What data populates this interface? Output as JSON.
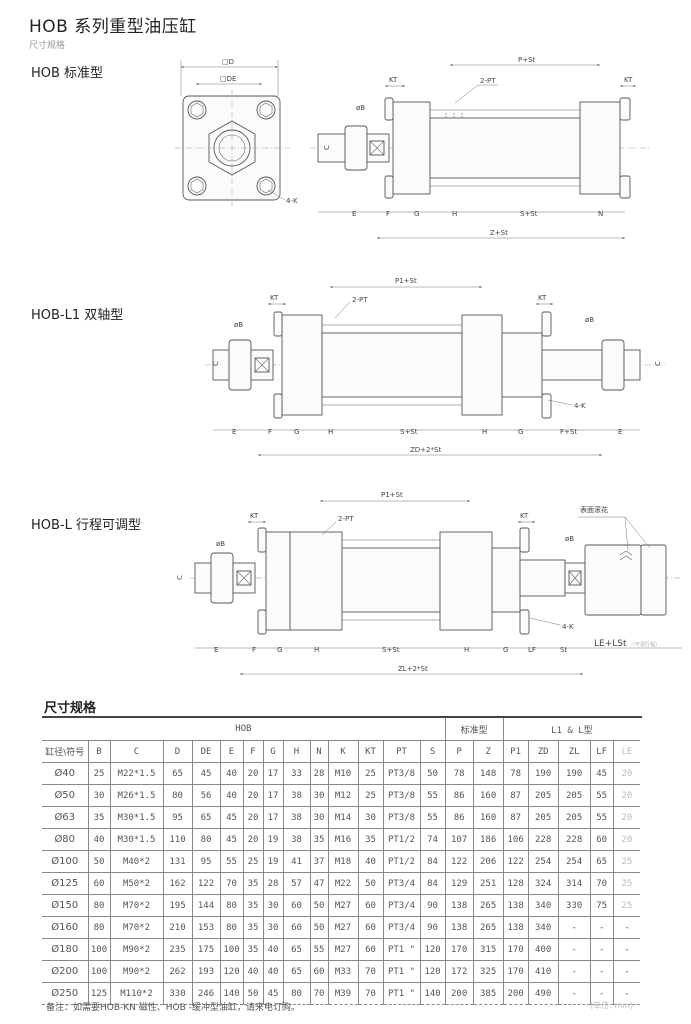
{
  "header": {
    "title": "HOB 系列重型油压缸",
    "subtitle": "尺寸规格"
  },
  "sections": {
    "standard": "HOB  标准型",
    "l1": "HOB-L1  双轴型",
    "l": "HOB-L  行程可调型"
  },
  "drawing1": {
    "D": "□D",
    "DE": "□DE",
    "K": "4-K",
    "KT": "KT",
    "KT2": "KT",
    "PT": "2-PT",
    "P": "P+St",
    "B": "øB",
    "C": "C",
    "E": "E",
    "F": "F",
    "G": "G",
    "H": "H",
    "S": "S+St",
    "N": "N",
    "Z": "Z+St"
  },
  "drawing2": {
    "P1": "P1+St",
    "KT": "KT",
    "KT2": "KT",
    "PT": "2-PT",
    "B": "øB",
    "B2": "øB",
    "C": "C",
    "C2": "C",
    "K": "4-K",
    "E": "E",
    "F": "F",
    "G": "G",
    "H": "H",
    "S": "S+St",
    "H2": "H",
    "G2": "G",
    "F2": "F+St",
    "E2": "E",
    "ZD": "ZD+2*St"
  },
  "drawing3": {
    "P1": "P1+St",
    "KT": "KT",
    "KT2": "KT",
    "PT": "2-PT",
    "knurl": "表面滚花",
    "B": "øB",
    "B2": "øB",
    "C": "C",
    "K": "4-K",
    "E": "E",
    "F": "F",
    "G": "G",
    "H": "H",
    "S": "S+St",
    "H2": "H",
    "G2": "G",
    "LF": "LF",
    "St": "St",
    "LE": "LE+LSt",
    "LE_note": "(可调行程)",
    "ZL": "ZL+2*St"
  },
  "spec": {
    "title": "尺寸规格",
    "groups": [
      "HOB",
      "标准型",
      "L1 & L型"
    ],
    "columns": [
      "缸径\\符号",
      "B",
      "C",
      "D",
      "DE",
      "E",
      "F",
      "G",
      "H",
      "N",
      "K",
      "KT",
      "PT",
      "S",
      "P",
      "Z",
      "P1",
      "ZD",
      "ZL",
      "LF",
      "LE"
    ],
    "rows": [
      [
        "Ø40",
        "25",
        "M22*1.5",
        "65",
        "45",
        "40",
        "20",
        "17",
        "33",
        "28",
        "M10",
        "25",
        "PT3/8",
        "50",
        "78",
        "148",
        "78",
        "190",
        "190",
        "45",
        "20"
      ],
      [
        "Ø50",
        "30",
        "M26*1.5",
        "80",
        "56",
        "40",
        "20",
        "17",
        "38",
        "30",
        "M12",
        "25",
        "PT3/8",
        "55",
        "86",
        "160",
        "87",
        "205",
        "205",
        "55",
        "20"
      ],
      [
        "Ø63",
        "35",
        "M30*1.5",
        "95",
        "65",
        "45",
        "20",
        "17",
        "38",
        "30",
        "M14",
        "30",
        "PT3/8",
        "55",
        "86",
        "160",
        "87",
        "205",
        "205",
        "55",
        "20"
      ],
      [
        "Ø80",
        "40",
        "M30*1.5",
        "110",
        "80",
        "45",
        "20",
        "19",
        "38",
        "35",
        "M16",
        "35",
        "PT1/2",
        "74",
        "107",
        "186",
        "106",
        "228",
        "228",
        "60",
        "20"
      ],
      [
        "Ø100",
        "50",
        "M40*2",
        "131",
        "95",
        "55",
        "25",
        "19",
        "41",
        "37",
        "M18",
        "40",
        "PT1/2",
        "84",
        "122",
        "206",
        "122",
        "254",
        "254",
        "65",
        "25"
      ],
      [
        "Ø125",
        "60",
        "M50*2",
        "162",
        "122",
        "70",
        "35",
        "28",
        "57",
        "47",
        "M22",
        "50",
        "PT3/4",
        "84",
        "129",
        "251",
        "128",
        "324",
        "314",
        "70",
        "25"
      ],
      [
        "Ø150",
        "80",
        "M70*2",
        "195",
        "144",
        "80",
        "35",
        "30",
        "60",
        "50",
        "M27",
        "60",
        "PT3/4",
        "90",
        "138",
        "265",
        "138",
        "340",
        "330",
        "75",
        "25"
      ],
      [
        "Ø160",
        "80",
        "M70*2",
        "210",
        "153",
        "80",
        "35",
        "30",
        "60",
        "50",
        "M27",
        "60",
        "PT3/4",
        "90",
        "138",
        "265",
        "138",
        "340",
        "-",
        "-",
        "-"
      ],
      [
        "Ø180",
        "100",
        "M90*2",
        "235",
        "175",
        "100",
        "35",
        "40",
        "65",
        "55",
        "M27",
        "60",
        "PT1 \"",
        "120",
        "170",
        "315",
        "170",
        "400",
        "-",
        "-",
        "-"
      ],
      [
        "Ø200",
        "100",
        "M90*2",
        "262",
        "193",
        "120",
        "40",
        "40",
        "65",
        "60",
        "M33",
        "70",
        "PT1 \"",
        "120",
        "172",
        "325",
        "170",
        "410",
        "-",
        "-",
        "-"
      ],
      [
        "Ø250",
        "125",
        "M110*2",
        "330",
        "246",
        "140",
        "50",
        "45",
        "80",
        "70",
        "M39",
        "70",
        "PT1 \"",
        "140",
        "200",
        "385",
        "200",
        "490",
        "-",
        "-",
        "-"
      ]
    ],
    "note": "备注：如需要HOB-KN 磁性、HOB -缓冲型油缸，请来电订购。",
    "unit": "(单位: mm)"
  }
}
